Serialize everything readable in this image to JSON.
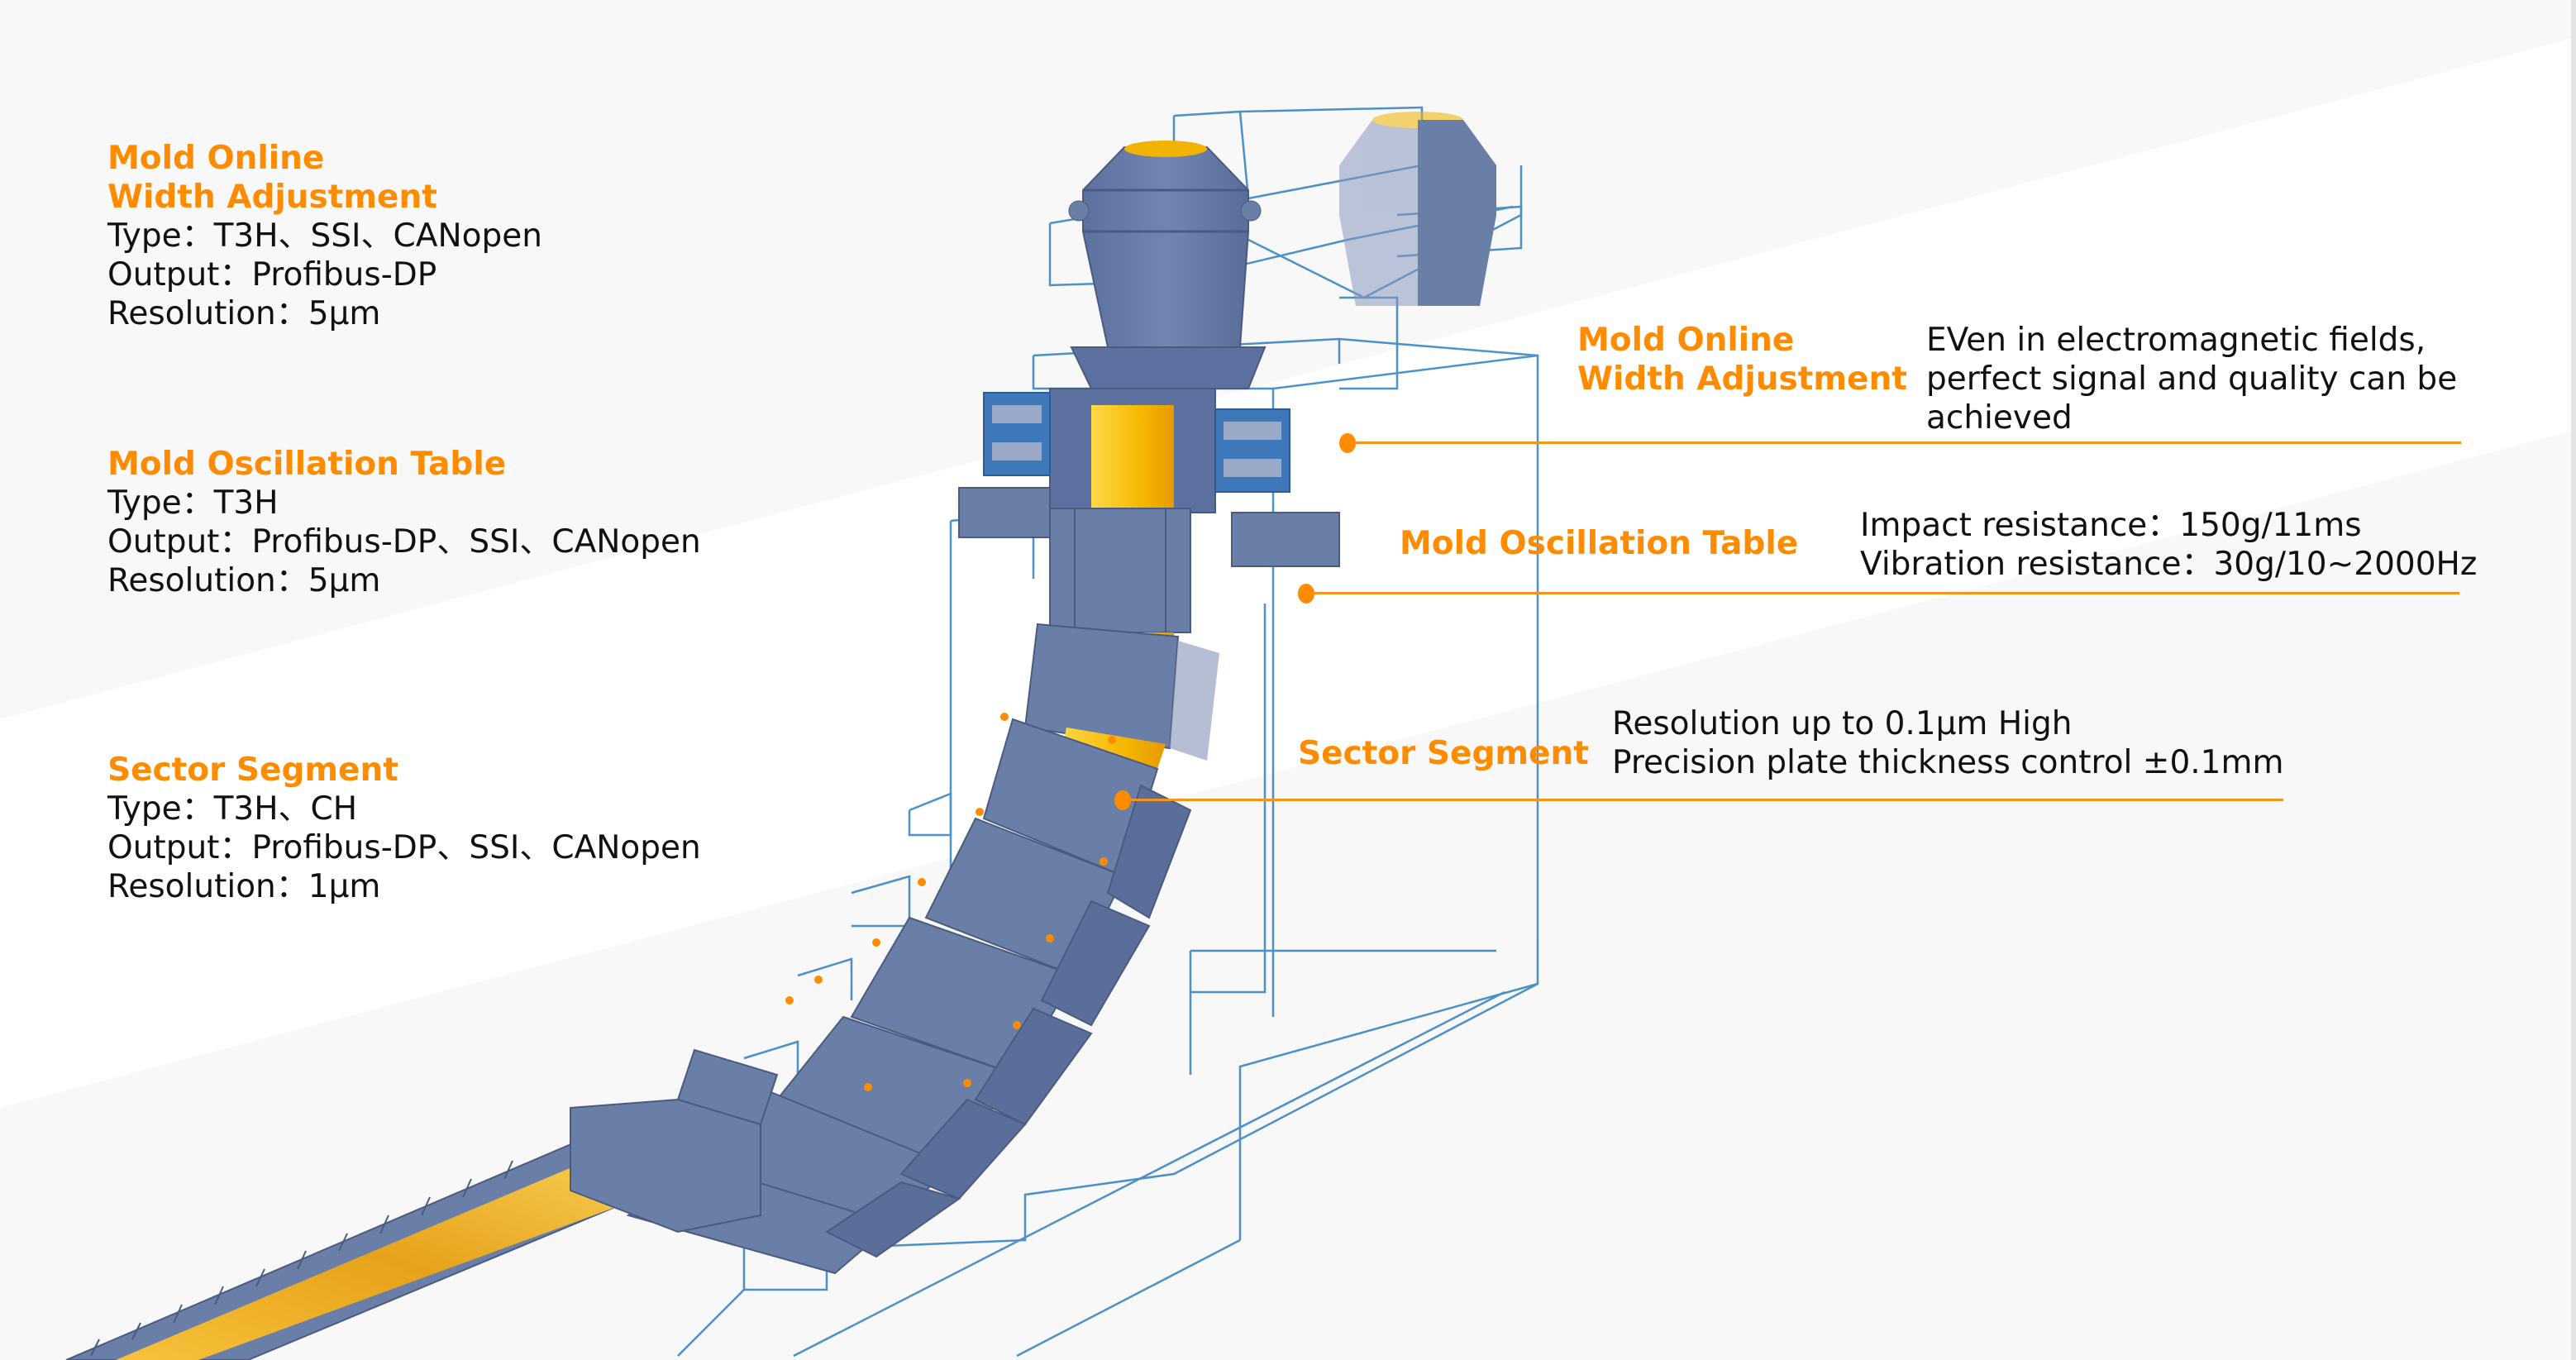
{
  "colors": {
    "accent": "#ff8c00",
    "text": "#111111",
    "leader_line": "#f7941d",
    "machine_body": "#6a7fa8",
    "machine_dark": "#4f5f85",
    "wireframe": "#2f7fbf",
    "strand": "#f5b800",
    "background_band": "#f8f8f8"
  },
  "left_specs": [
    {
      "title": "Mold Online\nWidth Adjustment",
      "lines": [
        "Type：T3H、SSI、CANopen",
        "Output：Profibus-DP",
        "Resolution：5μm"
      ]
    },
    {
      "title": "Mold Oscillation Table",
      "lines": [
        "Type：T3H",
        "Output：Profibus-DP、SSI、CANopen",
        "Resolution：5μm"
      ]
    },
    {
      "title": "Sector Segment",
      "lines": [
        "Type：T3H、CH",
        "Output：Profibus-DP、SSI、CANopen",
        "Resolution：1μm"
      ]
    }
  ],
  "callouts": [
    {
      "title": "Mold Online\nWidth Adjustment",
      "lines": [
        "EVen in electromagnetic fields,",
        "perfect signal and quality can be",
        "achieved"
      ]
    },
    {
      "title": "Mold Oscillation Table",
      "lines": [
        "Impact resistance：150g/11ms",
        "Vibration resistance：30g/10~2000Hz"
      ]
    },
    {
      "title": "Sector Segment",
      "lines": [
        "Resolution up to 0.1μm High",
        "Precision plate thickness control ±0.1mm"
      ]
    }
  ],
  "illustration": {
    "subject": "continuous-casting-machine",
    "parts": [
      "ladle-left",
      "ladle-right-ghost",
      "tundish",
      "mold",
      "oscillation-table",
      "bending-segments",
      "sector-segments",
      "strand",
      "roller-table"
    ]
  }
}
